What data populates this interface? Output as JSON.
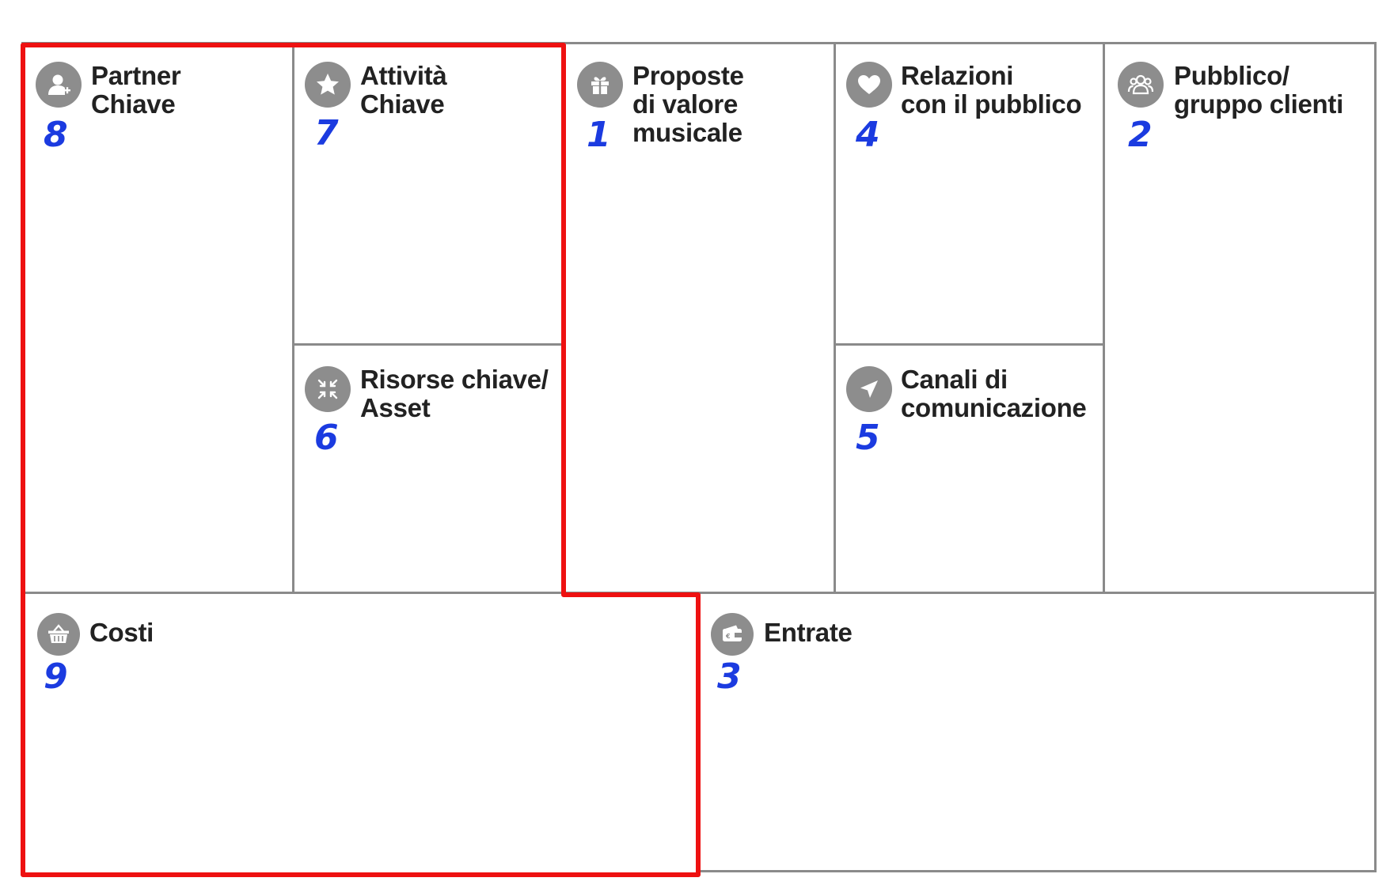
{
  "blocks": {
    "partner": {
      "title": "Partner\nChiave",
      "number": "8",
      "icon": "user-plus-icon"
    },
    "attivita": {
      "title": "Attività\nChiave",
      "number": "7",
      "icon": "star-icon"
    },
    "risorse": {
      "title": "Risorse chiave/\nAsset",
      "number": "6",
      "icon": "compress-arrows-icon"
    },
    "proposte": {
      "title": "Proposte\ndi valore\nmusicale",
      "number": "1",
      "icon": "gift-icon"
    },
    "relazioni": {
      "title": "Relazioni\ncon il pubblico",
      "number": "4",
      "icon": "heart-icon"
    },
    "canali": {
      "title": "Canali di\ncomunicazione",
      "number": "5",
      "icon": "paper-plane-icon"
    },
    "pubblico": {
      "title": "Pubblico/\ngruppo clienti",
      "number": "2",
      "icon": "users-icon"
    },
    "costi": {
      "title": "Costi",
      "number": "9",
      "icon": "basket-icon"
    },
    "entrate": {
      "title": "Entrate",
      "number": "3",
      "icon": "wallet-euro-icon"
    }
  },
  "colors": {
    "grid": "#8a8a8a",
    "highlight": "#ee1111",
    "number": "#1b3be0",
    "icon_bg": "#8d8d8d",
    "title": "#222222"
  }
}
